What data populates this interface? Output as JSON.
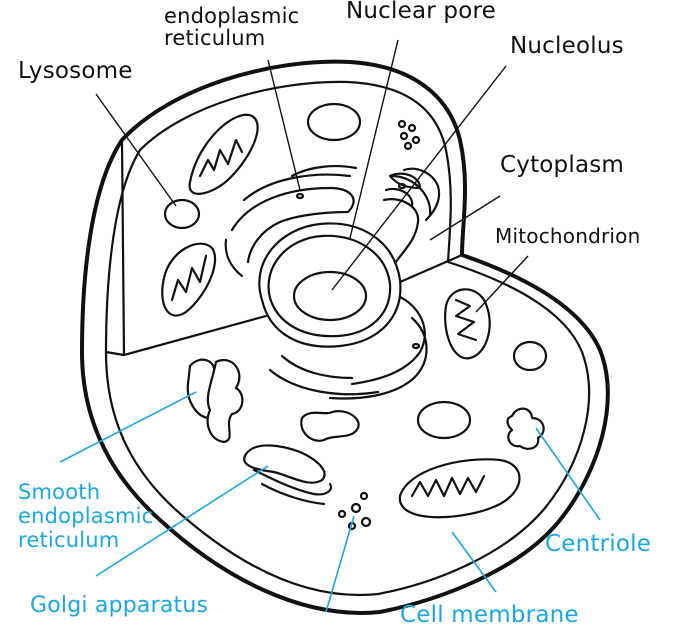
{
  "diagram": {
    "accent_color": "#1aa7e6",
    "line_color": "#111111",
    "labels": {
      "rough_er": "endoplasmic\nreticulum",
      "nuclear_pore": "Nuclear pore",
      "nucleolus": "Nucleolus",
      "lysosome": "Lysosome",
      "cytoplasm": "Cytoplasm",
      "mitochondrion": "Mitochondrion",
      "smooth_er": "Smooth\nendoplasmic\nreticulum",
      "centriole": "Centriole",
      "golgi": "Golgi apparatus",
      "cell_membrane": "Cell membrane"
    }
  }
}
